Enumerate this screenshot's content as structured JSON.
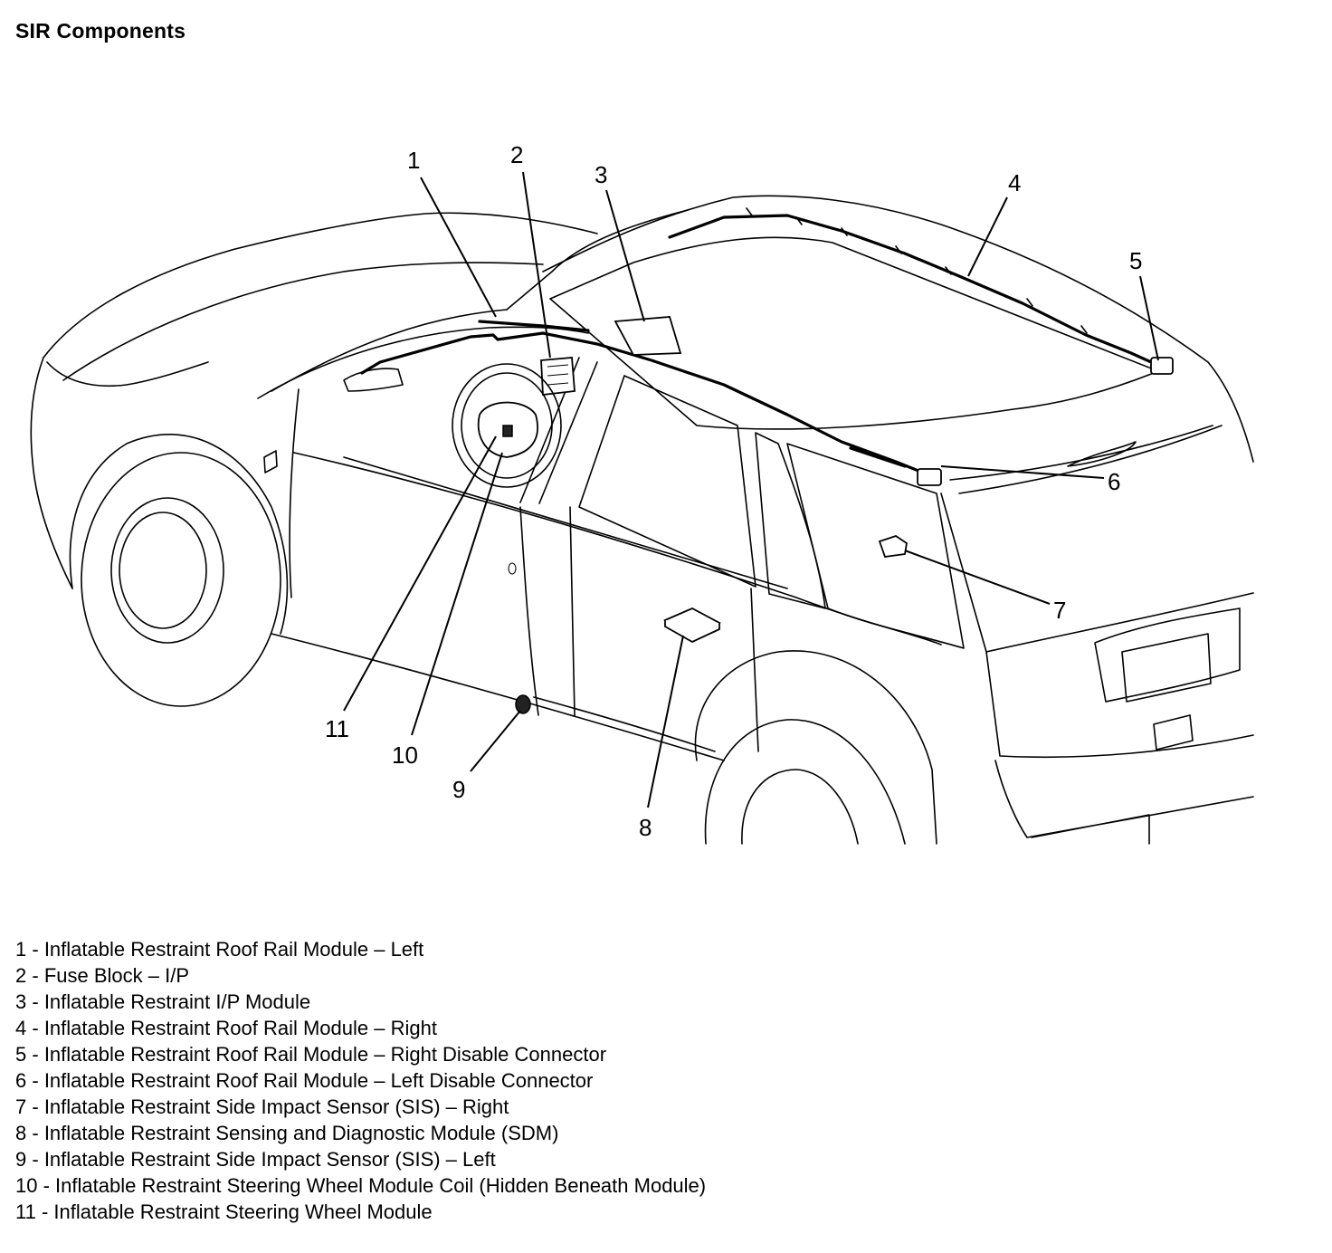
{
  "title": "SIR Components",
  "callouts": [
    {
      "num": "1"
    },
    {
      "num": "2"
    },
    {
      "num": "3"
    },
    {
      "num": "4"
    },
    {
      "num": "5"
    },
    {
      "num": "6"
    },
    {
      "num": "7"
    },
    {
      "num": "8"
    },
    {
      "num": "9"
    },
    {
      "num": "10"
    },
    {
      "num": "11"
    }
  ],
  "legend": [
    {
      "num": "1",
      "sep": " - ",
      "label": "Inflatable Restraint Roof Rail Module – Left"
    },
    {
      "num": "2",
      "sep": " - ",
      "label": "Fuse Block – I/P"
    },
    {
      "num": "3",
      "sep": " - ",
      "label": "Inflatable Restraint I/P Module"
    },
    {
      "num": "4",
      "sep": " - ",
      "label": "Inflatable Restraint Roof Rail Module – Right"
    },
    {
      "num": "5",
      "sep": " - ",
      "label": "Inflatable Restraint Roof Rail Module – Right Disable Connector"
    },
    {
      "num": "6",
      "sep": " - ",
      "label": "Inflatable Restraint Roof Rail Module – Left Disable Connector"
    },
    {
      "num": "7",
      "sep": " - ",
      "label": "Inflatable Restraint Side Impact Sensor (SIS) – Right"
    },
    {
      "num": "8",
      "sep": " - ",
      "label": "Inflatable Restraint Sensing and Diagnostic Module (SDM)"
    },
    {
      "num": "9",
      "sep": " - ",
      "label": "Inflatable Restraint Side Impact Sensor (SIS) – Left"
    },
    {
      "num": "10",
      "sep": " - ",
      "label": "Inflatable Restraint Steering Wheel Module Coil (Hidden Beneath Module)"
    },
    {
      "num": "11",
      "sep": " - ",
      "label": "Inflatable Restraint Steering Wheel Module"
    }
  ]
}
